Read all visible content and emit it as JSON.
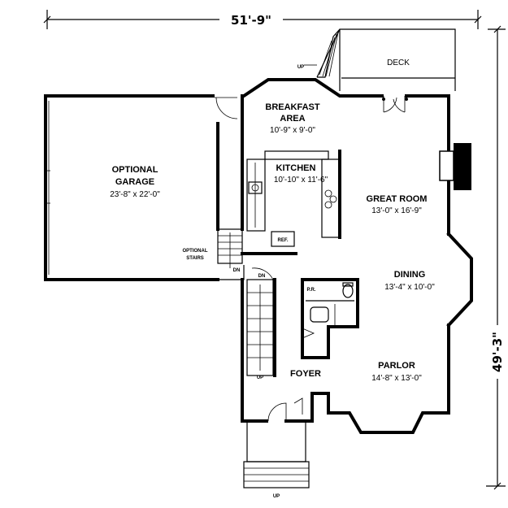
{
  "overall": {
    "width": "51'-9\"",
    "depth": "49'-3\""
  },
  "rooms": {
    "deck": {
      "name": "DECK"
    },
    "breakfast": {
      "name_line1": "BREAKFAST",
      "name_line2": "AREA",
      "size": "10'-9\" x 9'-0\""
    },
    "garage": {
      "name_line1": "OPTIONAL",
      "name_line2": "GARAGE",
      "size": "23'-8\" x 22'-0\""
    },
    "kitchen": {
      "name": "KITCHEN",
      "size": "10'-10\" x 11'-6\""
    },
    "great_room": {
      "name": "GREAT ROOM",
      "size": "13'-0\" x 16'-9\""
    },
    "dining": {
      "name": "DINING",
      "size": "13'-4\" x 10'-0\""
    },
    "parlor": {
      "name": "PARLOR",
      "size": "14'-8\" x 13'-0\""
    },
    "foyer": {
      "name": "FOYER"
    },
    "powder_room": {
      "name": "P.R."
    }
  },
  "labels": {
    "ref": "REF.",
    "optional_stairs_line1": "OPTIONAL",
    "optional_stairs_line2": "STAIRS",
    "up_deck": "UP",
    "up_stair": "UP",
    "up_entry": "UP",
    "dn_stair": "DN",
    "dn_garage": "DN"
  }
}
